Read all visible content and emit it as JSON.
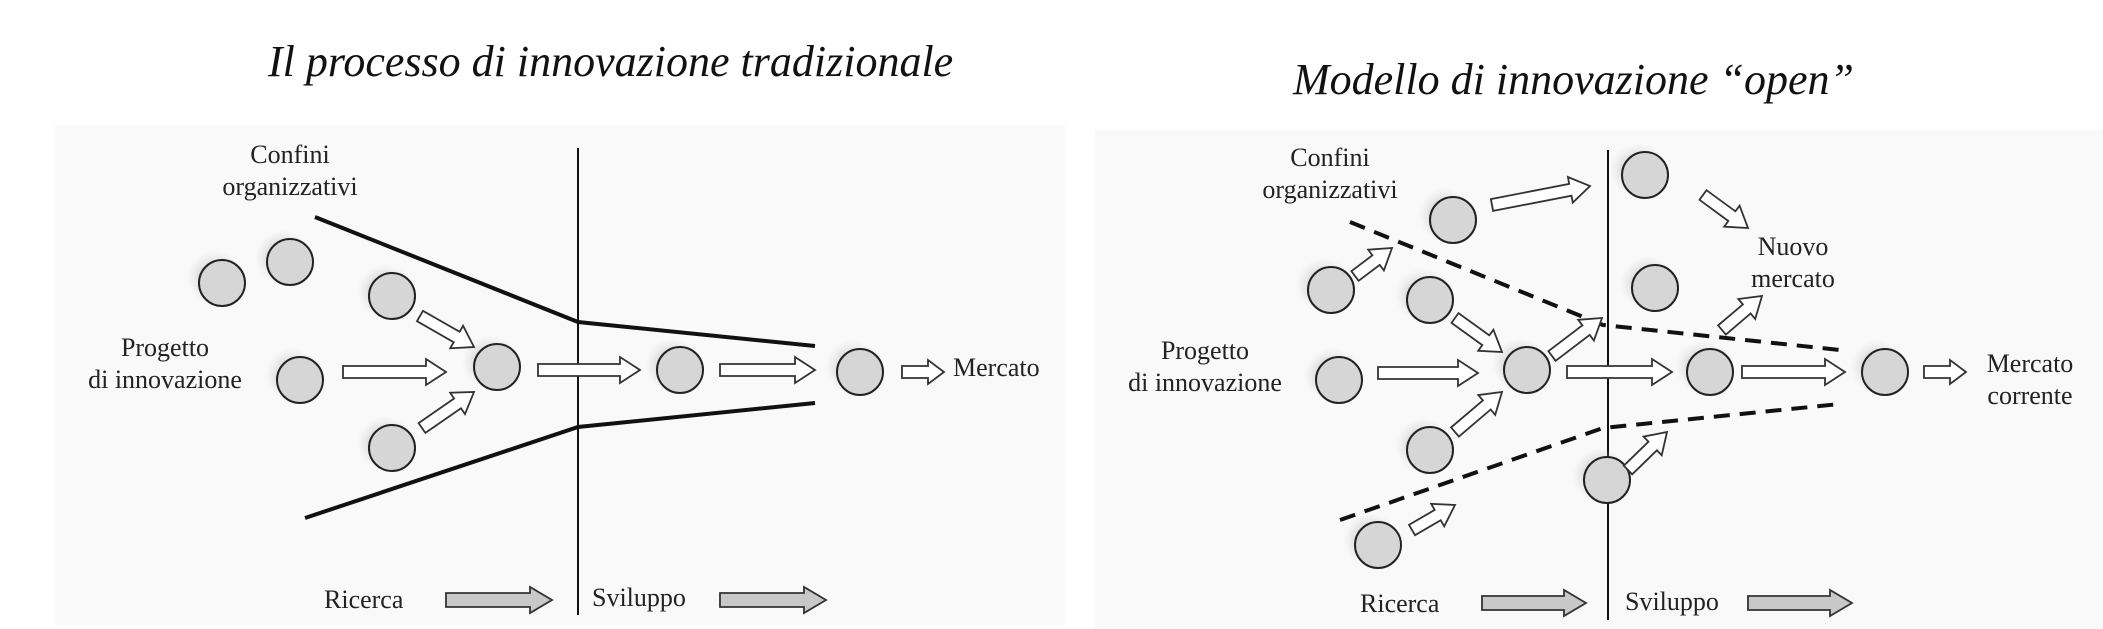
{
  "left": {
    "title": "Il processo di innovazione tradizionale",
    "boundary_label": [
      "Confini",
      "organizzativi"
    ],
    "project_label": [
      "Progetto",
      "di innovazione"
    ],
    "market_label": "Mercato",
    "research_label": "Ricerca",
    "development_label": "Sviluppo"
  },
  "right": {
    "title": "Modello di innovazione “open”",
    "boundary_label": [
      "Confini",
      "organizzativi"
    ],
    "project_label": [
      "Progetto",
      "di innovazione"
    ],
    "new_market_label": [
      "Nuovo",
      "mercato"
    ],
    "current_market_label": [
      "Mercato",
      "corrente"
    ],
    "research_label": "Ricerca",
    "development_label": "Sviluppo"
  },
  "colors": {
    "circle_fill": "#d6d6d6",
    "circle_shadow": "#b9b9b9",
    "line": "#111111",
    "gray_arrow": "#c8c8c8"
  }
}
